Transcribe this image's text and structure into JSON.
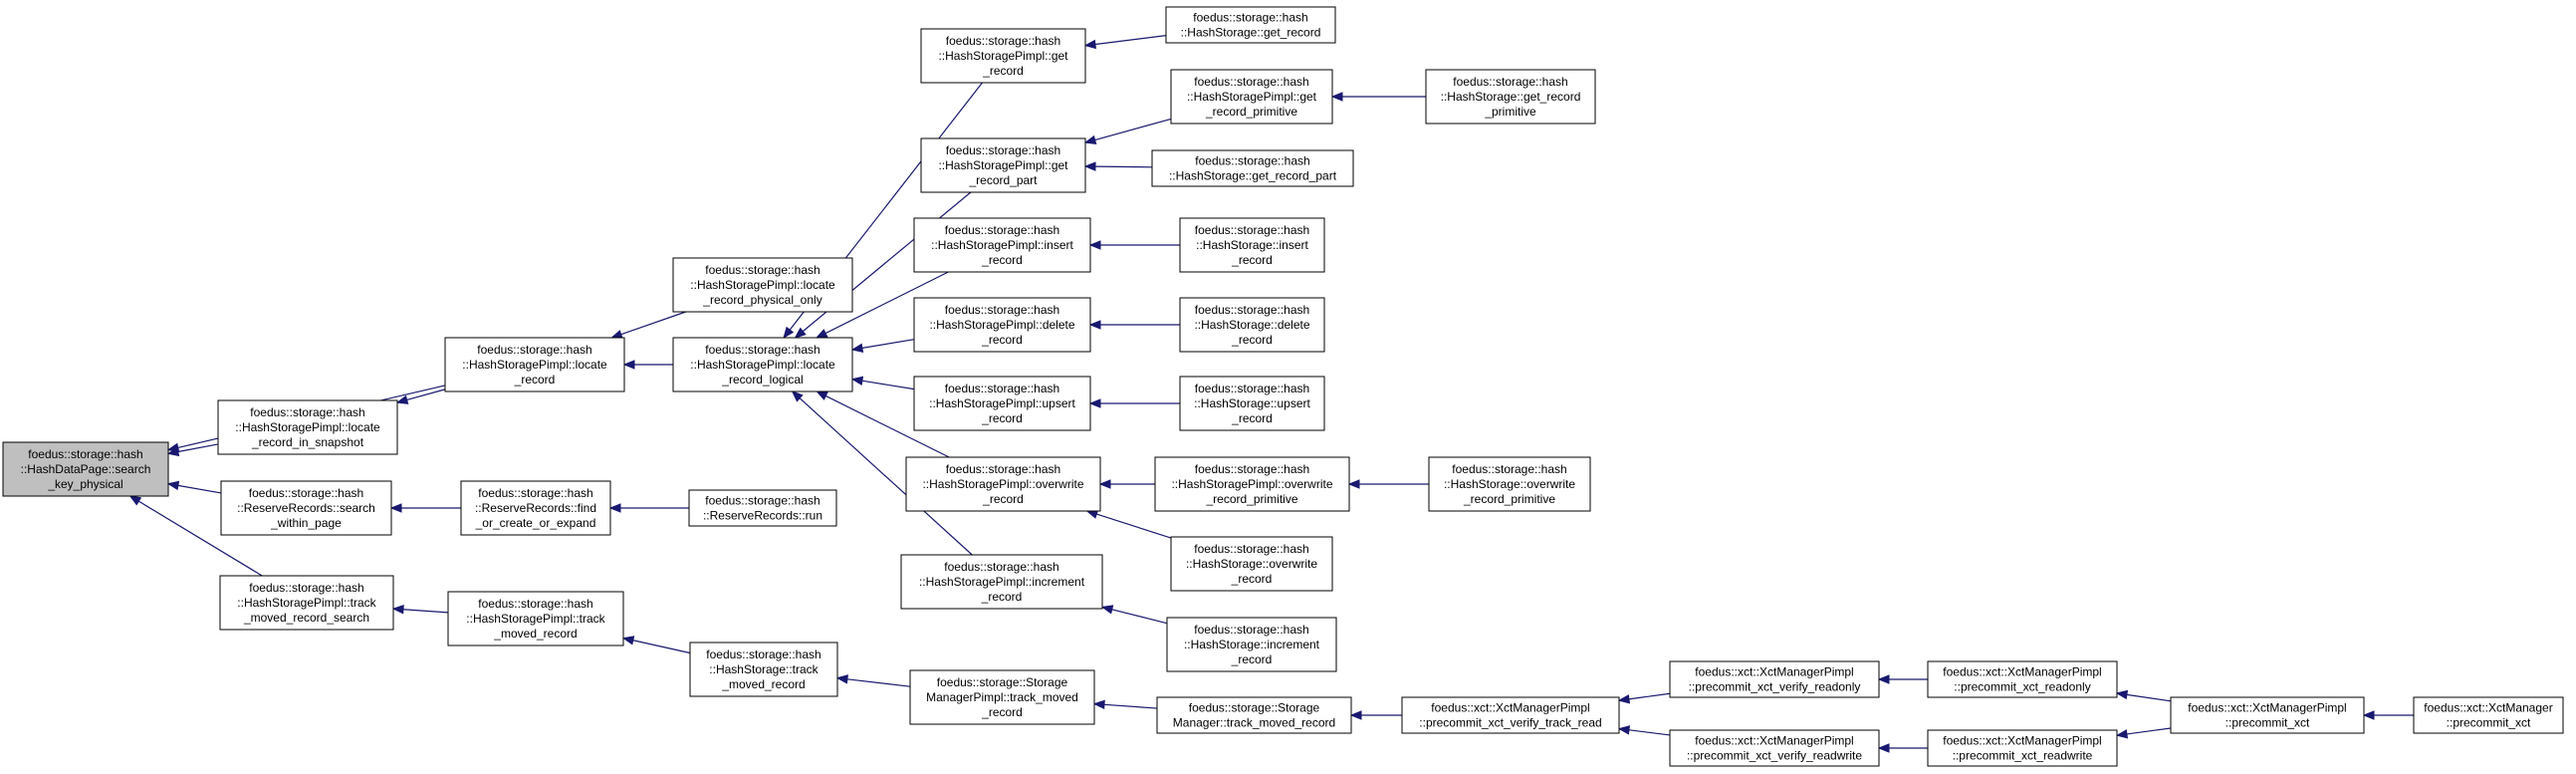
{
  "graph": {
    "edge_color": "#191970",
    "root_fill": "#bfbfbf",
    "nodes": [
      {
        "id": "n0",
        "lines": [
          "foedus::storage::hash",
          "::HashDataPage::search",
          "_key_physical"
        ],
        "root": true
      },
      {
        "id": "n1",
        "lines": [
          "foedus::storage::hash",
          "::HashStoragePimpl::locate",
          "_record"
        ]
      },
      {
        "id": "n2",
        "lines": [
          "foedus::storage::hash",
          "::HashStoragePimpl::locate",
          "_record_in_snapshot"
        ]
      },
      {
        "id": "n3",
        "lines": [
          "foedus::storage::hash",
          "::ReserveRecords::search",
          "_within_page"
        ]
      },
      {
        "id": "n4",
        "lines": [
          "foedus::storage::hash",
          "::HashStoragePimpl::track",
          "_moved_record_search"
        ]
      },
      {
        "id": "n5",
        "lines": [
          "foedus::storage::hash",
          "::HashStoragePimpl::locate",
          "_record_physical_only"
        ]
      },
      {
        "id": "n6",
        "lines": [
          "foedus::storage::hash",
          "::HashStoragePimpl::locate",
          "_record_logical"
        ]
      },
      {
        "id": "n7",
        "lines": [
          "foedus::storage::hash",
          "::ReserveRecords::find",
          "_or_create_or_expand"
        ]
      },
      {
        "id": "n8",
        "lines": [
          "foedus::storage::hash",
          "::ReserveRecords::run"
        ]
      },
      {
        "id": "n9",
        "lines": [
          "foedus::storage::hash",
          "::HashStoragePimpl::track",
          "_moved_record"
        ]
      },
      {
        "id": "n10",
        "lines": [
          "foedus::storage::hash",
          "::HashStorage::track",
          "_moved_record"
        ]
      },
      {
        "id": "n11",
        "lines": [
          "foedus::storage::hash",
          "::HashStoragePimpl::get",
          "_record"
        ]
      },
      {
        "id": "n12",
        "lines": [
          "foedus::storage::hash",
          "::HashStoragePimpl::get",
          "_record_part"
        ]
      },
      {
        "id": "n13",
        "lines": [
          "foedus::storage::hash",
          "::HashStoragePimpl::insert",
          "_record"
        ]
      },
      {
        "id": "n14",
        "lines": [
          "foedus::storage::hash",
          "::HashStoragePimpl::delete",
          "_record"
        ]
      },
      {
        "id": "n15",
        "lines": [
          "foedus::storage::hash",
          "::HashStoragePimpl::upsert",
          "_record"
        ]
      },
      {
        "id": "n16",
        "lines": [
          "foedus::storage::hash",
          "::HashStoragePimpl::overwrite",
          "_record"
        ]
      },
      {
        "id": "n17",
        "lines": [
          "foedus::storage::hash",
          "::HashStoragePimpl::increment",
          "_record"
        ]
      },
      {
        "id": "n18",
        "lines": [
          "foedus::storage::Storage",
          "ManagerPimpl::track_moved",
          "_record"
        ]
      },
      {
        "id": "n19",
        "lines": [
          "foedus::storage::hash",
          "::HashStorage::get_record"
        ]
      },
      {
        "id": "n20",
        "lines": [
          "foedus::storage::hash",
          "::HashStoragePimpl::get",
          "_record_primitive"
        ]
      },
      {
        "id": "n21",
        "lines": [
          "foedus::storage::hash",
          "::HashStorage::get_record_part"
        ]
      },
      {
        "id": "n22",
        "lines": [
          "foedus::storage::hash",
          "::HashStorage::insert",
          "_record"
        ]
      },
      {
        "id": "n23",
        "lines": [
          "foedus::storage::hash",
          "::HashStorage::delete",
          "_record"
        ]
      },
      {
        "id": "n24",
        "lines": [
          "foedus::storage::hash",
          "::HashStorage::upsert",
          "_record"
        ]
      },
      {
        "id": "n25",
        "lines": [
          "foedus::storage::hash",
          "::HashStoragePimpl::overwrite",
          "_record_primitive"
        ]
      },
      {
        "id": "n26",
        "lines": [
          "foedus::storage::hash",
          "::HashStorage::overwrite",
          "_record"
        ]
      },
      {
        "id": "n27",
        "lines": [
          "foedus::storage::hash",
          "::HashStorage::increment",
          "_record"
        ]
      },
      {
        "id": "n28",
        "lines": [
          "foedus::storage::Storage",
          "Manager::track_moved_record"
        ]
      },
      {
        "id": "n29",
        "lines": [
          "foedus::storage::hash",
          "::HashStorage::get_record",
          "_primitive"
        ]
      },
      {
        "id": "n30",
        "lines": [
          "foedus::storage::hash",
          "::HashStorage::overwrite",
          "_record_primitive"
        ]
      },
      {
        "id": "n31",
        "lines": [
          "foedus::xct::XctManagerPimpl",
          "::precommit_xct_verify_track_read"
        ]
      },
      {
        "id": "n32",
        "lines": [
          "foedus::xct::XctManagerPimpl",
          "::precommit_xct_verify_readonly"
        ]
      },
      {
        "id": "n33",
        "lines": [
          "foedus::xct::XctManagerPimpl",
          "::precommit_xct_verify_readwrite"
        ]
      },
      {
        "id": "n34",
        "lines": [
          "foedus::xct::XctManagerPimpl",
          "::precommit_xct_readonly"
        ]
      },
      {
        "id": "n35",
        "lines": [
          "foedus::xct::XctManagerPimpl",
          "::precommit_xct_readwrite"
        ]
      },
      {
        "id": "n36",
        "lines": [
          "foedus::xct::XctManagerPimpl",
          "::precommit_xct"
        ]
      },
      {
        "id": "n37",
        "lines": [
          "foedus::xct::XctManager",
          "::precommit_xct"
        ]
      }
    ],
    "edges": [
      {
        "from": "n1",
        "to": "n0"
      },
      {
        "from": "n2",
        "to": "n0"
      },
      {
        "from": "n3",
        "to": "n0"
      },
      {
        "from": "n4",
        "to": "n0"
      },
      {
        "from": "n5",
        "to": "n1"
      },
      {
        "from": "n6",
        "to": "n1"
      },
      {
        "from": "n1",
        "to": "n2"
      },
      {
        "from": "n7",
        "to": "n3"
      },
      {
        "from": "n8",
        "to": "n7"
      },
      {
        "from": "n9",
        "to": "n4"
      },
      {
        "from": "n10",
        "to": "n9"
      },
      {
        "from": "n11",
        "to": "n6"
      },
      {
        "from": "n12",
        "to": "n6"
      },
      {
        "from": "n13",
        "to": "n6"
      },
      {
        "from": "n14",
        "to": "n6"
      },
      {
        "from": "n15",
        "to": "n6"
      },
      {
        "from": "n16",
        "to": "n6"
      },
      {
        "from": "n17",
        "to": "n6"
      },
      {
        "from": "n18",
        "to": "n10"
      },
      {
        "from": "n19",
        "to": "n11"
      },
      {
        "from": "n20",
        "to": "n12"
      },
      {
        "from": "n21",
        "to": "n12"
      },
      {
        "from": "n22",
        "to": "n13"
      },
      {
        "from": "n23",
        "to": "n14"
      },
      {
        "from": "n24",
        "to": "n15"
      },
      {
        "from": "n25",
        "to": "n16"
      },
      {
        "from": "n26",
        "to": "n16"
      },
      {
        "from": "n27",
        "to": "n17"
      },
      {
        "from": "n28",
        "to": "n18"
      },
      {
        "from": "n29",
        "to": "n20"
      },
      {
        "from": "n30",
        "to": "n25"
      },
      {
        "from": "n31",
        "to": "n28"
      },
      {
        "from": "n32",
        "to": "n31"
      },
      {
        "from": "n33",
        "to": "n31"
      },
      {
        "from": "n34",
        "to": "n32"
      },
      {
        "from": "n35",
        "to": "n33"
      },
      {
        "from": "n36",
        "to": "n34"
      },
      {
        "from": "n36",
        "to": "n35"
      },
      {
        "from": "n37",
        "to": "n36"
      }
    ]
  }
}
